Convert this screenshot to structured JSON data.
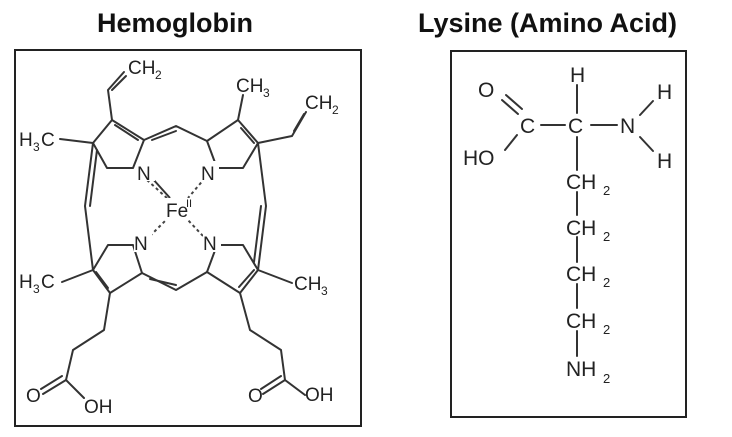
{
  "hemoglobin": {
    "title": "Hemoglobin",
    "atoms": {
      "vinyl_top": "CH",
      "vinyl_top_sub": "2",
      "methyl_top_right": "CH",
      "methyl_top_right_sub": "3",
      "vinyl_right": "CH",
      "vinyl_right_sub": "2",
      "methyl_left_upper_h": "H",
      "methyl_left_upper_sub": "3",
      "methyl_left_upper_c": "C",
      "n_top_left": "N",
      "n_top_right": "N",
      "iron": "Fe",
      "iron_sup": "II",
      "n_bottom_left": "N",
      "n_bottom_right": "N",
      "methyl_left_lower_h": "H",
      "methyl_left_lower_sub": "3",
      "methyl_left_lower_c": "C",
      "methyl_right_lower": "CH",
      "methyl_right_lower_sub": "3",
      "acid_left_o": "O",
      "acid_left_oh": "OH",
      "acid_right_o": "O",
      "acid_right_oh": "OH"
    }
  },
  "lysine": {
    "title": "Lysine (Amino Acid)",
    "atoms": {
      "carbonyl_o": "O",
      "carboxyl_c": "C",
      "hydroxyl": "HO",
      "h_top": "H",
      "alpha_c": "C",
      "amine_n": "N",
      "amine_h1": "H",
      "amine_h2": "H",
      "ch2_1": "CH",
      "ch2_2": "CH",
      "ch2_3": "CH",
      "ch2_4": "CH",
      "sub2": "2",
      "nh2": "NH",
      "nh2_sub": "2"
    }
  }
}
